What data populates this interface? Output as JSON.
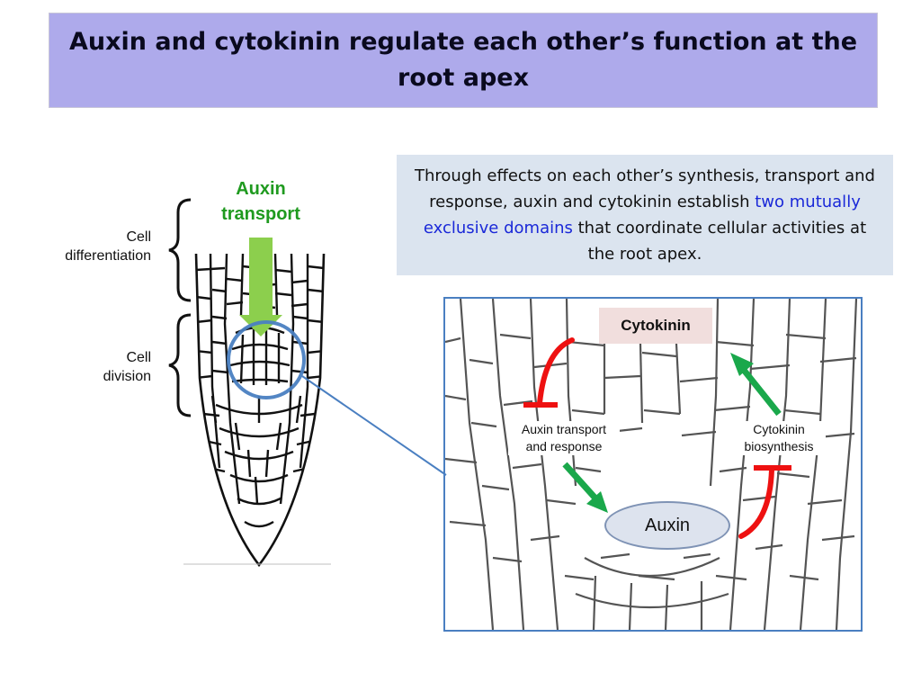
{
  "title": "Auxin and cytokinin regulate each other’s function at the root apex",
  "info": {
    "text_before": "Through effects on each other’s synthesis, transport and response, auxin and cytokinin establish ",
    "highlight": "two mutually exclusive domains",
    "text_after": " that coordinate cellular activities at the root apex.",
    "highlight_color": "#1a28d8"
  },
  "root_diagram": {
    "auxin_transport_label": [
      "Auxin",
      "transport"
    ],
    "zones": [
      {
        "label": [
          "Cell",
          "differentiation"
        ]
      },
      {
        "label": [
          "Cell",
          "division"
        ]
      }
    ]
  },
  "zoom_panel": {
    "cytokinin_label": "Cytokinin",
    "auxin_label": "Auxin",
    "auxin_transport_response_label": [
      "Auxin transport",
      "and response"
    ],
    "cytokinin_biosynthesis_label": [
      "Cytokinin",
      "biosynthesis"
    ]
  },
  "colors": {
    "title_bg": "#aeaaeb",
    "info_bg": "#dbe4ef",
    "promote_arrow": "#1aa84b",
    "inhibit": "#ee1111",
    "transport_arrow": "#8ccf4d",
    "auxin_transport_text": "#1f9a1f",
    "highlight_circle": "#4a7fc1"
  }
}
